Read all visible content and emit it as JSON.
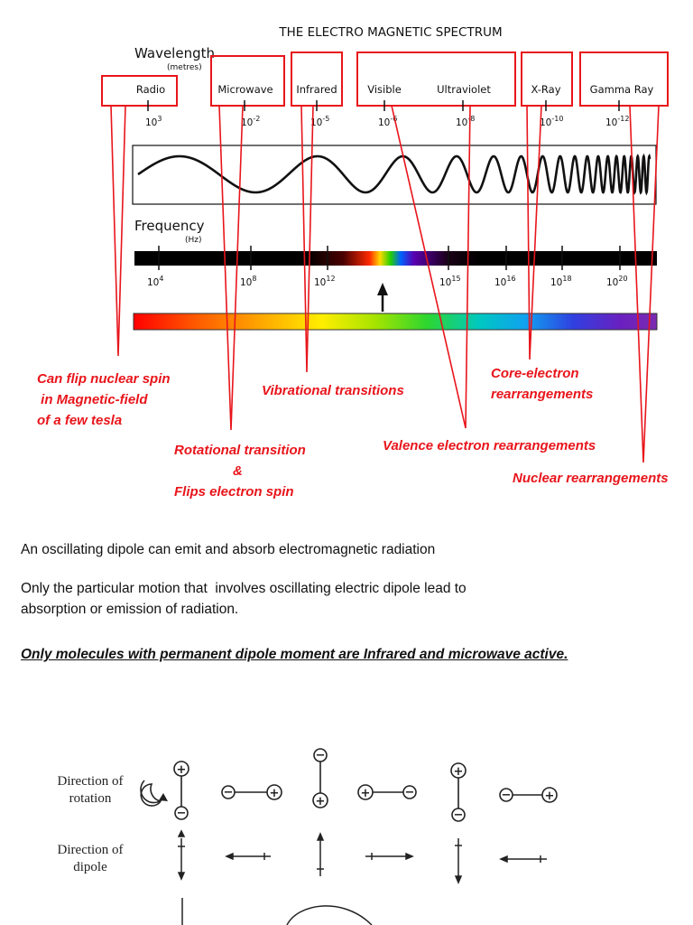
{
  "spectrum": {
    "title": "THE ELECTRO MAGNETIC SPECTRUM",
    "wavelength_label": "Wavelength",
    "wavelength_unit": "(metres)",
    "frequency_label": "Frequency",
    "frequency_unit": "(Hz)",
    "regions": [
      "Radio",
      "Microwave",
      "Infrared",
      "Visible",
      "Ultraviolet",
      "X-Ray",
      "Gamma Ray"
    ],
    "wavelength_ticks": [
      {
        "base": "10",
        "exp": "3"
      },
      {
        "base": "10",
        "exp": "-2"
      },
      {
        "base": "10",
        "exp": "-5"
      },
      {
        "base": "10",
        "exp": "-6"
      },
      {
        "base": "10",
        "exp": "-8"
      },
      {
        "base": "10",
        "exp": "-10"
      },
      {
        "base": "10",
        "exp": "-12"
      }
    ],
    "frequency_ticks": [
      {
        "base": "10",
        "exp": "4"
      },
      {
        "base": "10",
        "exp": "8"
      },
      {
        "base": "10",
        "exp": "12"
      },
      {
        "base": "10",
        "exp": "15"
      },
      {
        "base": "10",
        "exp": "16"
      },
      {
        "base": "10",
        "exp": "18"
      },
      {
        "base": "10",
        "exp": "20"
      }
    ]
  },
  "annotations": {
    "radio": [
      "Can flip nuclear spin",
      " in Magnetic-field",
      "of a few tesla"
    ],
    "microwave": [
      "Rotational transition",
      "&",
      "Flips electron spin"
    ],
    "infrared": [
      "Vibrational transitions"
    ],
    "valence": [
      "Valence electron rearrangements"
    ],
    "core": [
      "Core-electron",
      "rearrangements"
    ],
    "nuclear": [
      "Nuclear rearrangements"
    ]
  },
  "paragraphs": {
    "p1": "An oscillating dipole can emit and absorb electromagnetic radiation",
    "p2_line1": "Only the particular motion that  involves oscillating electric dipole lead to",
    "p2_line2": "absorption or emission of radiation.",
    "p3": "Only molecules with permanent dipole moment are Infrared and microwave active."
  },
  "dipole_diagram": {
    "rotation_label": [
      "Direction of",
      "rotation"
    ],
    "dipole_label": [
      "Direction of",
      "dipole"
    ]
  },
  "colors": {
    "annotation_red": "#e8151b",
    "box_red": "#e8151b"
  }
}
